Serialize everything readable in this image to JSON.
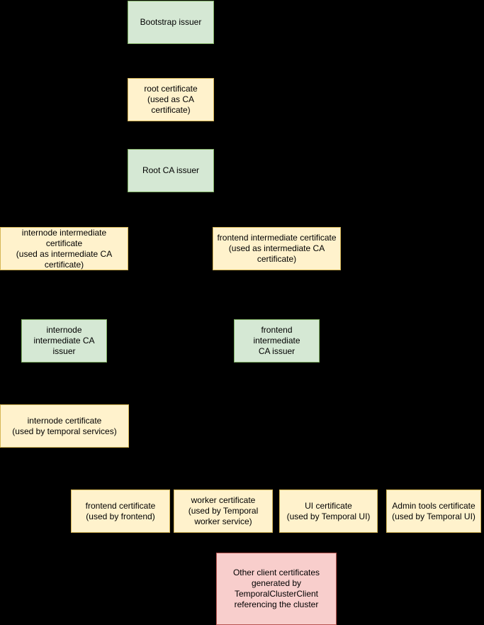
{
  "palette": {
    "background": "#000000",
    "issuer_fill": "#d5e8d4",
    "issuer_border": "#82b366",
    "certificate_fill": "#fff2cc",
    "certificate_border": "#d6b656",
    "client_fill": "#f8cecc",
    "client_border": "#b85450",
    "text": "#000000"
  },
  "diagram": {
    "description": "Certificate issuance hierarchy diagram"
  },
  "nodes": [
    {
      "id": "bootstrap-issuer",
      "kind": "issuer",
      "label": "Bootstrap issuer"
    },
    {
      "id": "root-certificate",
      "kind": "certificate",
      "label": "root certificate\n(used as CA\ncertificate)"
    },
    {
      "id": "root-ca-issuer",
      "kind": "issuer",
      "label": "Root CA issuer"
    },
    {
      "id": "internode-intermediate-certificate",
      "kind": "certificate",
      "label": "internode intermediate certificate\n(used as intermediate CA\ncertificate)"
    },
    {
      "id": "frontend-intermediate-certificate",
      "kind": "certificate",
      "label": "frontend intermediate certificate\n(used as intermediate CA\ncertificate)"
    },
    {
      "id": "internode-intermediate-ca-issuer",
      "kind": "issuer",
      "label": "internode\nintermediate CA\nissuer"
    },
    {
      "id": "frontend-intermediate-ca-issuer",
      "kind": "issuer",
      "label": "frontend intermediate\nCA issuer"
    },
    {
      "id": "internode-certificate",
      "kind": "certificate",
      "label": "internode certificate\n(used by temporal services)"
    },
    {
      "id": "frontend-certificate",
      "kind": "certificate",
      "label": "frontend certificate\n(used by frontend)"
    },
    {
      "id": "worker-certificate",
      "kind": "certificate",
      "label": "worker certificate\n(used by Temporal\nworker service)"
    },
    {
      "id": "ui-certificate",
      "kind": "certificate",
      "label": "UI certificate\n(used by Temporal UI)"
    },
    {
      "id": "admin-tools-certificate",
      "kind": "certificate",
      "label": "Admin tools certificate\n(used by Temporal UI)"
    },
    {
      "id": "other-client-certificates",
      "kind": "client-certificate",
      "label": "Other client certificates\ngenerated by\nTemporalClusterClient\nreferencing the cluster"
    }
  ]
}
